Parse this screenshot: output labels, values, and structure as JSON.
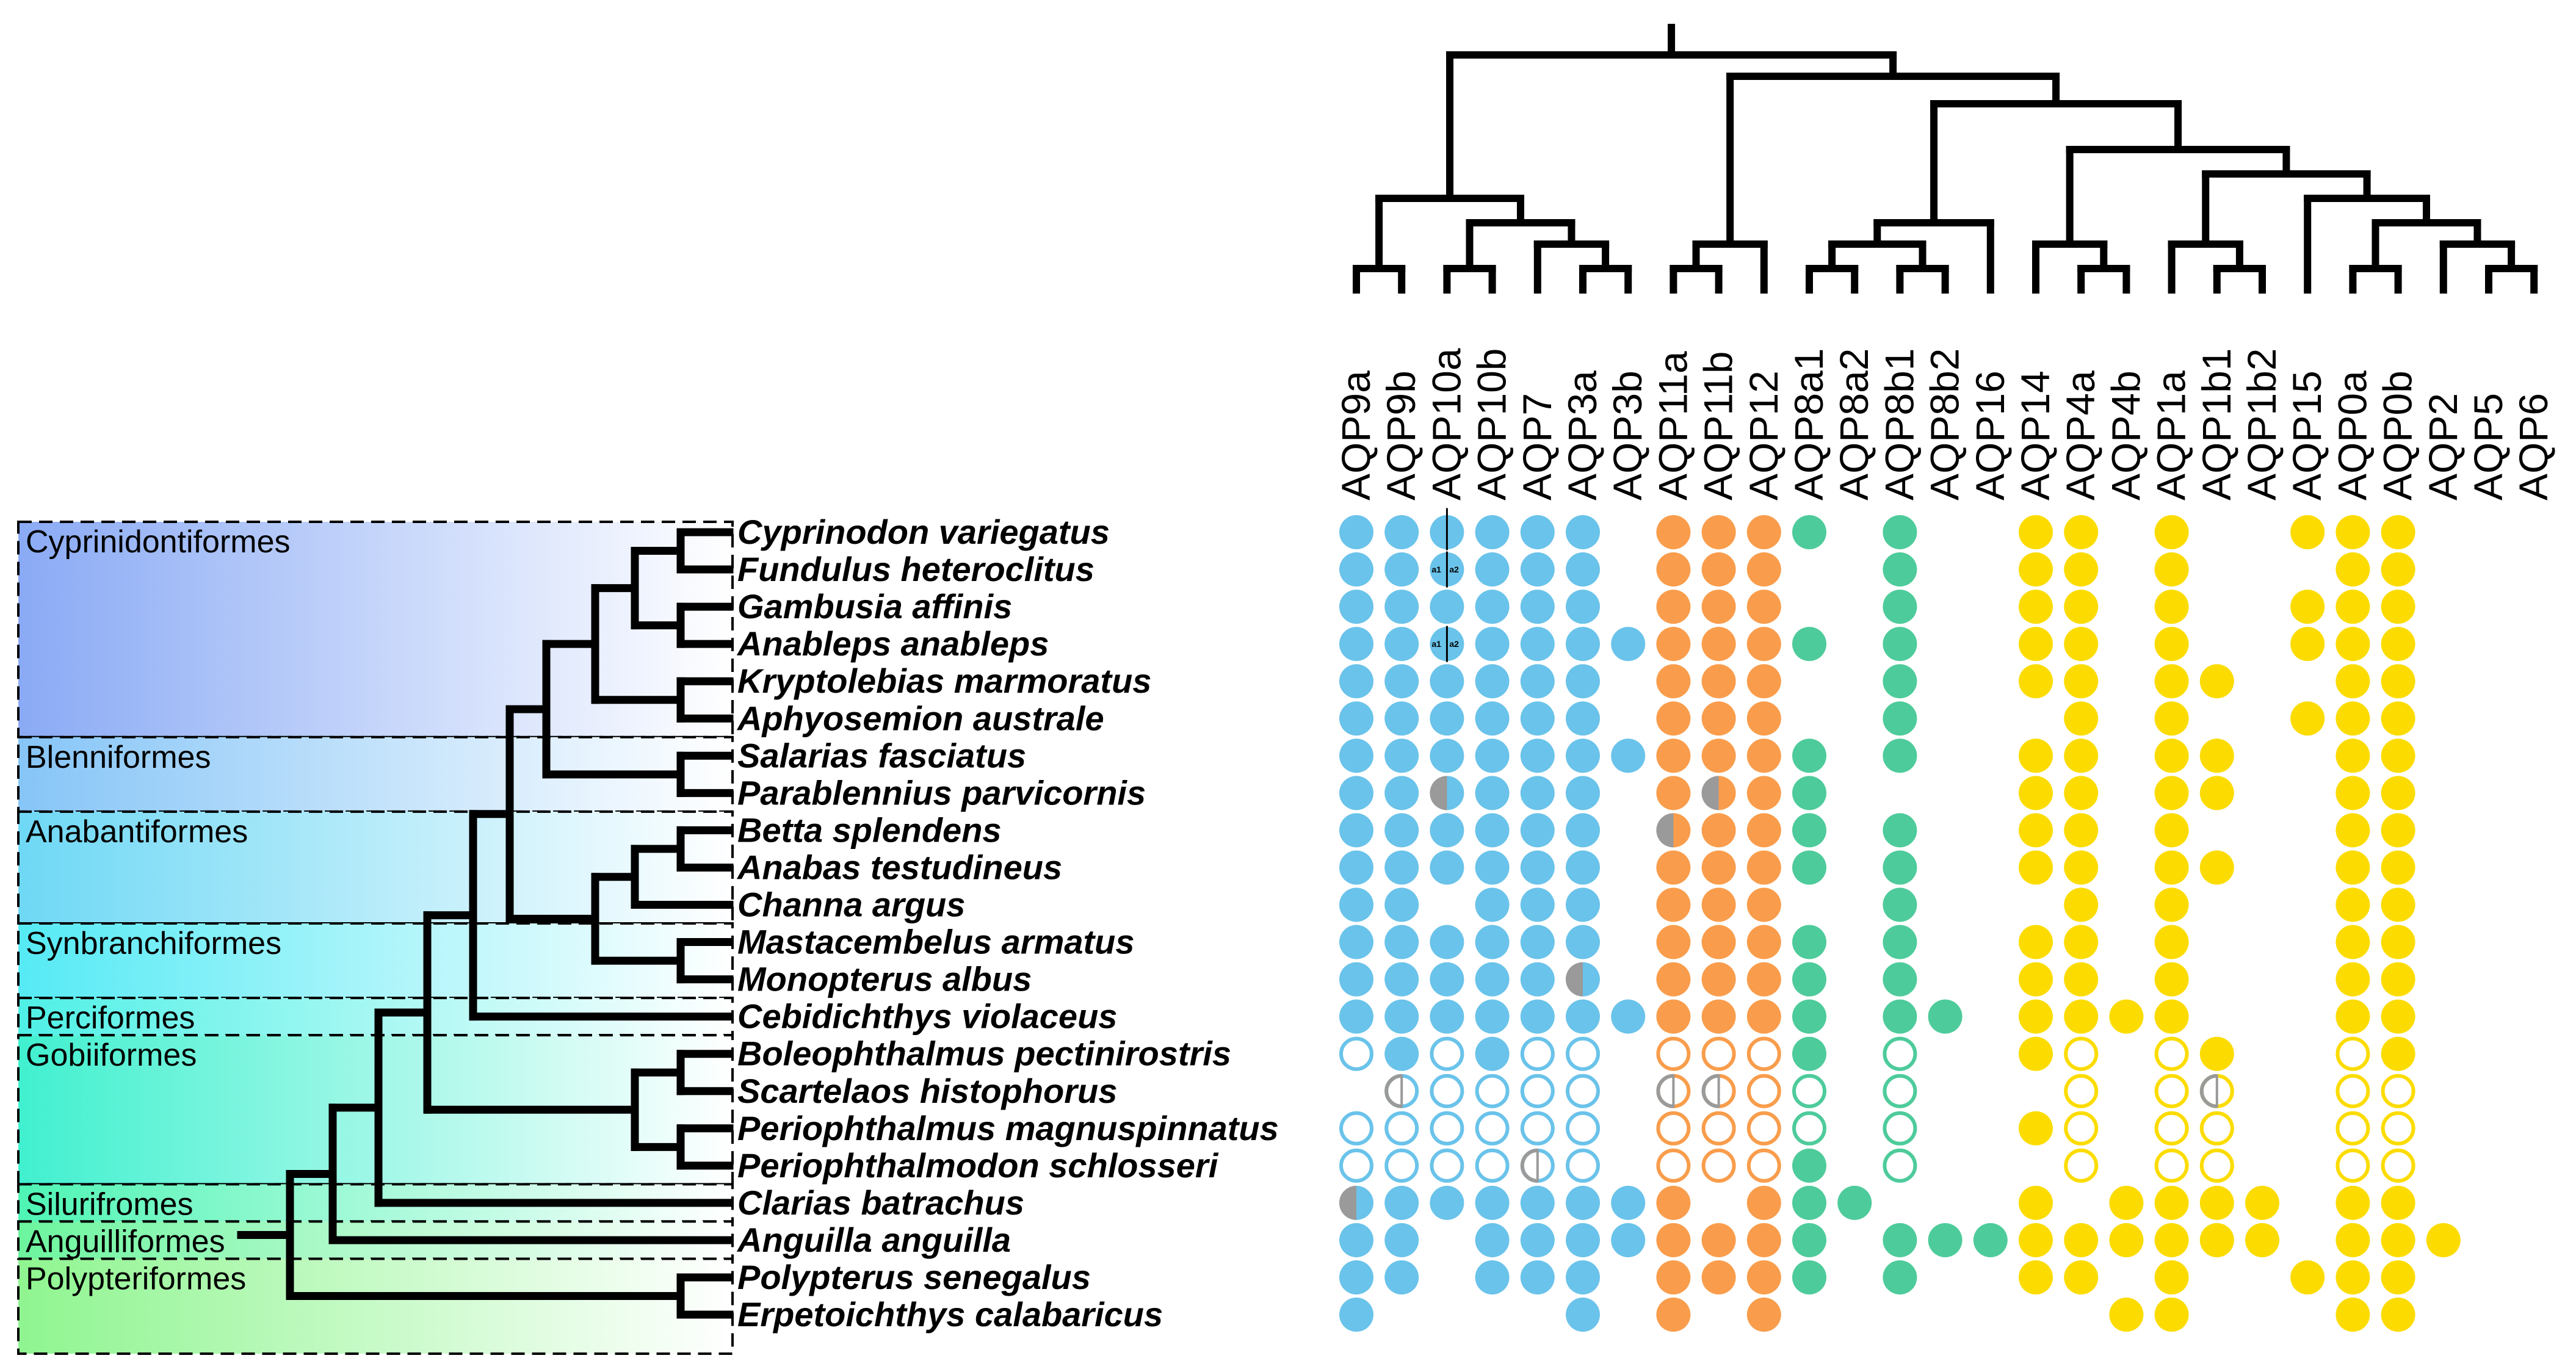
{
  "genes": [
    "AQP9a",
    "AQP9b",
    "AQP10a",
    "AQP10b",
    "AQP7",
    "AQP3a",
    "AQP3b",
    "AQP11a",
    "AQP11b",
    "AQP12",
    "AQP8a1",
    "AQP8a2",
    "AQP8b1",
    "AQP8b2",
    "AQP16",
    "AQP14",
    "AQP4a",
    "AQP4b",
    "AQP1a",
    "AQP1b1",
    "AQP1b2",
    "AQP15",
    "AQP0a",
    "AQP0b",
    "AQP2",
    "AQP5",
    "AQP6"
  ],
  "species": [
    "Cyprinodon variegatus",
    "Fundulus heteroclitus",
    "Gambusia affinis",
    "Anableps anableps",
    "Kryptolebias marmoratus",
    "Aphyosemion australe",
    "Salarias fasciatus",
    "Parablennius parvicornis",
    "Betta splendens",
    "Anabas testudineus",
    "Channa argus",
    "Mastacembelus armatus",
    "Monopterus albus",
    "Cebidichthys violaceus",
    "Boleophthalmus pectinirostris",
    "Scartelaos histophorus",
    "Periophthalmus magnuspinnatus",
    "Periophthalmodon schlosseri",
    "Clarias batrachus",
    "Anguilla anguilla",
    "Polypterus senegalus",
    "Erpetoichthys calabaricus"
  ],
  "orders": [
    {
      "name": "Cyprinidontiformes",
      "first_row": 0,
      "last_row": 5,
      "color": "#8aaaf5"
    },
    {
      "name": "Blenniformes",
      "first_row": 6,
      "last_row": 7,
      "color": "#86c5f7"
    },
    {
      "name": "Anabantiformes",
      "first_row": 8,
      "last_row": 10,
      "color": "#6ed8f5"
    },
    {
      "name": "Synbranchiformes",
      "first_row": 11,
      "last_row": 12,
      "color": "#55eaf5"
    },
    {
      "name": "Perciformes",
      "first_row": 13,
      "last_row": 13,
      "color": "#4ef0e6"
    },
    {
      "name": "Gobiiformes",
      "first_row": 14,
      "last_row": 17,
      "color": "#40f0cf"
    },
    {
      "name": "Silurifromes",
      "first_row": 18,
      "last_row": 18,
      "color": "#4ef5b4"
    },
    {
      "name": "Anguilliformes",
      "first_row": 19,
      "last_row": 19,
      "color": "#6cf59e"
    },
    {
      "name": "Polypteriformes",
      "first_row": 20,
      "last_row": 21,
      "color": "#8ff590"
    }
  ],
  "gene_group_colors": {
    "blue": "#6ac3ea",
    "orange": "#f99d4c",
    "green": "#4ecb9b",
    "yellow": "#fcdc00",
    "missing_half": "#9a9a9a"
  },
  "split_labels": {
    "left": "a1",
    "right": "a2"
  },
  "presence": {
    "legend": "F = filled circle (gene present), O = open circle, H = half filled (left grey), S = split a1|a2, . = absent",
    "rows": [
      "FFSFFF.FFFF.F..FF.F..FFF...",
      "FFSFFF.FFF..F..FF.F...FF...",
      "FFFFFF.FFF..F..FF.F..FFF...",
      "FFSFFFFFFFF.F..FF.F..FFF...",
      "FFFFFF.FFF..F..FF.FF..FF...",
      "FFFFFF.FFF..F...F.F..FFF...",
      "FFFFFFFFFFF.F..FF.FF..FF...",
      "FFHFFF.FHFF....FF.FF..FF...",
      "FFFFFF.HFFF.F..FF.F...FF...",
      "FFFFFF.FFFF.F..FF.FF..FF...",
      "FF.FFF.FFF..F...F.F...FF...",
      "FFFFFF.FFFF.F..FF.F...FF...",
      "FFFFFH.FFFF.F..FF.F...FF...",
      "FFFFFFFFFFF.FF.FFFF...FF...",
      "OFOFOO.OOOF.O..FO.OF..OF...",
      ".HOOOO.HHOO.O...O.OH..OO...",
      "OOOOOO.OOOO.O..FO.OO..OO...",
      "OOOOHO.OOOF.O...O.OO..OO...",
      "HFFFFFFF.FFF...F.FFFF.FF...",
      "FF.FFFFFFFF.FFFFFFFFF.FFF..",
      "FF.FFF.FFFF.F..FF.F..FFF...",
      "F....F.F.F.......FF...FF..."
    ]
  }
}
